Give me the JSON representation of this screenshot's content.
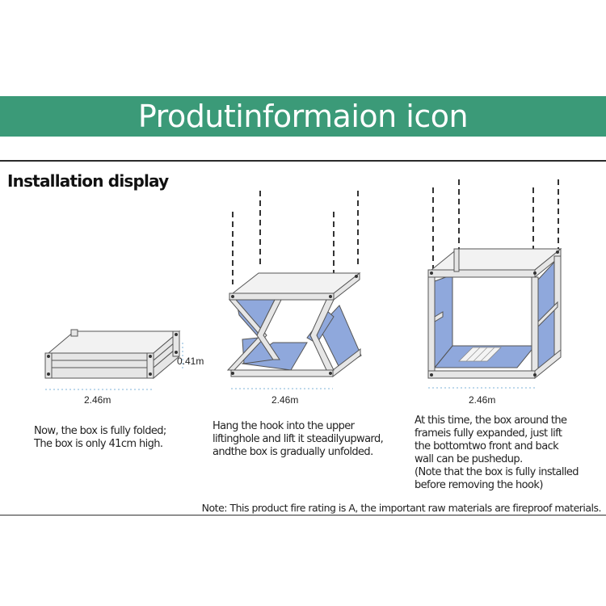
{
  "banner": {
    "title": "Produtinformaion icon"
  },
  "section": {
    "title": "Installation display"
  },
  "steps": [
    {
      "width_label": "2.46m",
      "height_label": "0.41m",
      "caption_lines": [
        "Now, the box is fully folded;",
        "The box is only 41cm high."
      ]
    },
    {
      "width_label": "2.46m",
      "caption_lines": [
        "Hang the hook into the upper",
        "liftinghole and lift it steadilyupward,",
        "andthe box is gradually unfolded."
      ]
    },
    {
      "width_label": "2.46m",
      "caption_lines": [
        "At this time, the box around the",
        "frameis fully expanded, just lift",
        "the bottomtwo front and back",
        "wall can be pushedup.",
        "(Note that the box is fully installed",
        "before removing the hook)"
      ]
    }
  ],
  "note": "Note: This product fire rating is A, the important raw materials are fireproof materials.",
  "colors": {
    "banner": "#3b9a78",
    "panel_blue": "#8fa8dc",
    "frame_gray": "#e4e4e4",
    "outline": "#555555"
  }
}
